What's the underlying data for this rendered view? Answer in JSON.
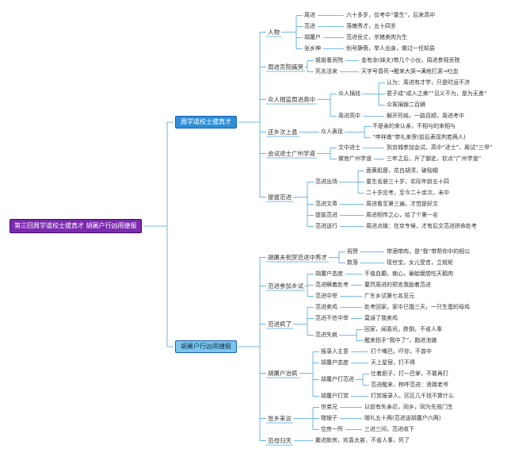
{
  "root": "第三回周学道校士拔真才 胡屠户行凶闹捷报",
  "branch1": "周学道校士拔真才",
  "branch2": "胡屠户行凶闹捷报",
  "b1": {
    "renwu": "人物",
    "zhoujin": "周进",
    "zhoujin_d": "六十多岁，仅考中“童生”，后来高中",
    "fanjin": "范进",
    "fanjin_d": "落魄秀才，五十四岁",
    "hu": "胡屠户",
    "hu_d": "范进岳丈，杀猪卖肉为生",
    "zhang": "张乡绅",
    "zhang_d": "别号静斋，举人出身，做过一任知县",
    "gongyuan": "周进贡院痛哭",
    "jieshang": "姐姐看贡院",
    "jieshang_d": "金有余(妹夫)带几个小伙，周进参观贡院",
    "sihuo": "死去活来",
    "sihuo_d": "天字号昏死→醒来大哭→满地打滚→吐血",
    "zhongren": "众人捐监周进高中",
    "zhongren_jx": "众人捐钱",
    "jx1": "认为：周进有才学，只是时运不济",
    "jx2": "君子成“成人之美”“见义不为，是为无勇”",
    "jx3": "众客捐银二百辆",
    "gaozhong": "周进高中",
    "gaozhong_d": "解开死结，一路百顺，周进考中",
    "huanxiang": "还乡次上县",
    "biaoxian": "众人表现",
    "bx1": "不是亲的来认亲，不相与的来相与",
    "bx2": "“申祥甫”带礼来贺(前后表现判若两人)",
    "huishi": "会试进士广州学道",
    "jinshi": "文中进士",
    "jinshi_d": "到京城参加会试，高中“进士”，殿试“三甲”",
    "xuedao": "做官广州学道",
    "xuedao_d": "三年之后，升了御史，钦点“广州学道”",
    "tiba": "提拔范进",
    "chuchang": "范进出场",
    "cc1": "面黄肌瘦，花白胡须，破毡帽",
    "cc2": "童生名册三十岁，实际年龄五十四",
    "cc3": "二十岁应考，至今二十余次，未中",
    "wenzhang": "范进文章",
    "wenzhang_d": "周进看至第三遍，才觉是好文",
    "tibafj": "提拔范进",
    "tibafj_d": "周进相传之心，给了个第一名",
    "songxing": "范进送行",
    "songxing_d": "周进点拨：在京专候，才有后文范进拼命赴考"
  },
  "b2": {
    "jiefu": "胡屠夫祝贺范进中秀才",
    "zhuhe": "祝贺",
    "zhuhe_d": "带酒带肉，是“我”带帮你中的相公",
    "shuluo": "数落",
    "shuluo_d": "现世宝，女儿受苦，立规矩",
    "canjia": "范进参加乡试",
    "taidu": "胡屠户态度",
    "taidu_d": "不值血癫，痴心，癞蛤蟆想吃天鹅肉",
    "jie_fk": "范进瞒着赴考",
    "jie_fk_d": "要然周进的预言激励着范进",
    "zhongju": "范进中举",
    "zhongju_d": "广东乡试第七名亚元",
    "fengle": "范进疯了",
    "maiji": "范进卖鸡",
    "maiji_d": "赴考回家，家中已饿三天，一只生蛋的母鸡",
    "buxin": "范进不信中举",
    "buxin_d": "莫误了我卖鸡",
    "xifeng": "范进失疯",
    "xf1": "回家，闻喜讯，跌倒，不省人事",
    "xf2": "醒来拍手“我中了”，跑进池塘",
    "zhifeng": "胡屠户治疯",
    "zhuyi": "报录人主意",
    "zhuyi_d": "打个嘴巴，吓你，不曾中",
    "tai2": "胡屠户态度",
    "tai2_d": "天上星宿，打不得",
    "dadian": "胡屠户打范进",
    "dd1": "壮着胆子，打一巴掌，不敢再打",
    "dd2": "范进醒来，称呼范进：贤婿老爷",
    "dashang": "胡屠户打赏",
    "dashang_d": "打赏报录人，区区几千钱不算什么",
    "baifang": "张乡来访",
    "shixiong": "世弟兄",
    "shixiong_d": "以前有失亲近，同乡，同为先祖门生",
    "zengyin": "赠银子",
    "zengyin_d": "赠礼五十两(范进送胡屠户六两)",
    "kongfang": "空房一所",
    "kongfang_d": "三进三间，范进收下",
    "laomu": "范母归天",
    "laomu_d": "搬进新房，欢喜太甚，不省人事，死了"
  }
}
